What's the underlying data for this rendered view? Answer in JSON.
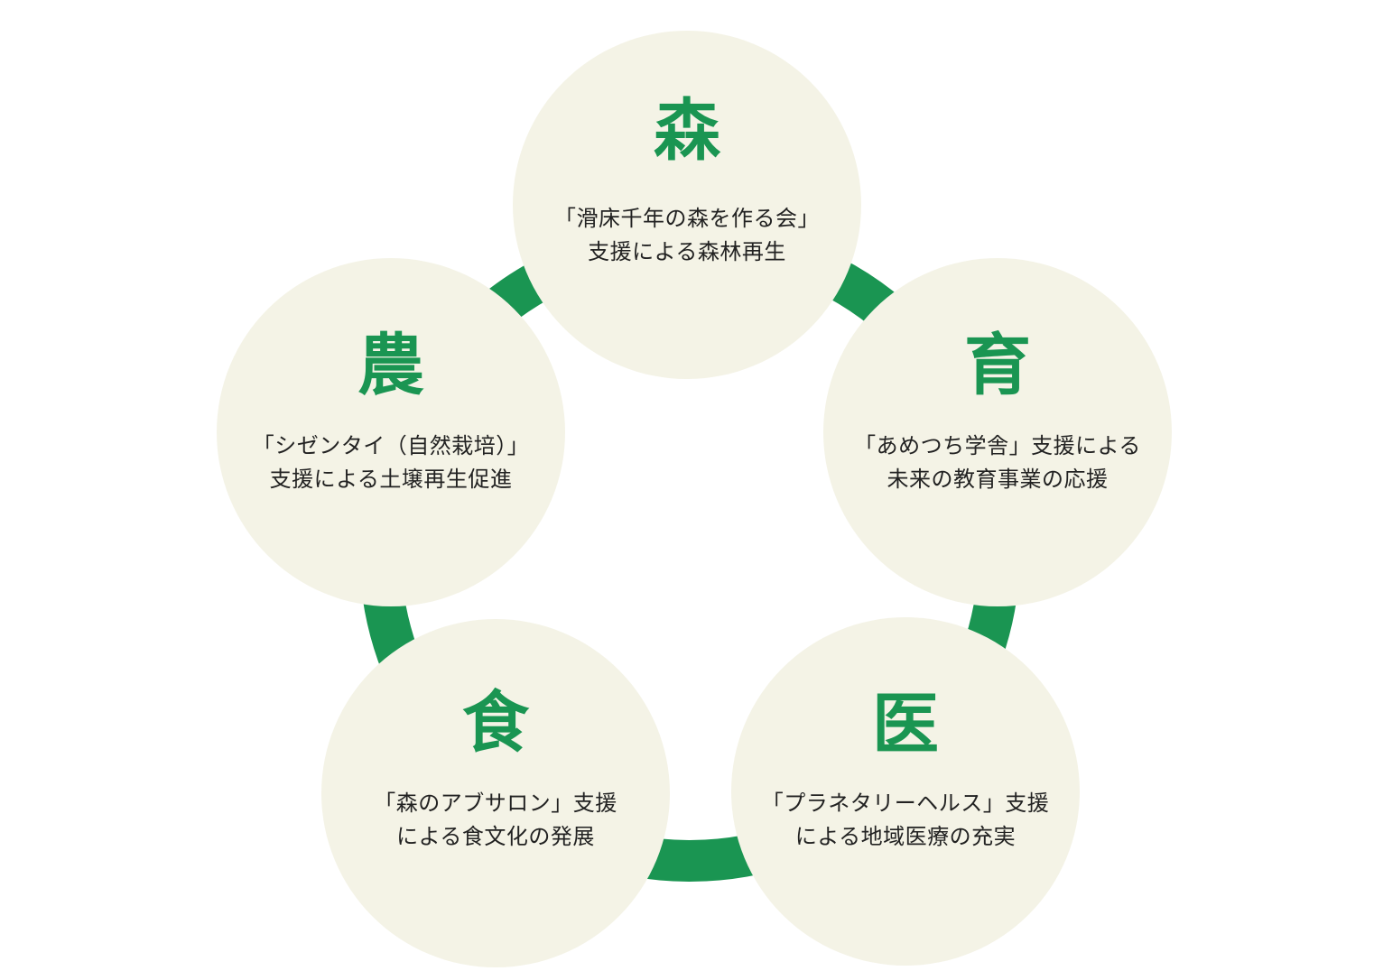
{
  "colors": {
    "accent": "#1a9552",
    "circle_fill": "#f4f3e6",
    "text": "#222222"
  },
  "nodes": [
    {
      "title": "森",
      "desc": [
        "「滑床千年の森を作る会」",
        "支援による森林再生"
      ]
    },
    {
      "title": "育",
      "desc": [
        "「あめつち学舎」支援による",
        "未来の教育事業の応援"
      ]
    },
    {
      "title": "医",
      "desc": [
        "「プラネタリーヘルス」支援",
        "による地域医療の充実"
      ]
    },
    {
      "title": "食",
      "desc": [
        "「森のアブサロン」支援",
        "による食文化の発展"
      ]
    },
    {
      "title": "農",
      "desc": [
        "「シゼンタイ（自然栽培）」",
        "支援による土壌再生促進"
      ]
    }
  ]
}
